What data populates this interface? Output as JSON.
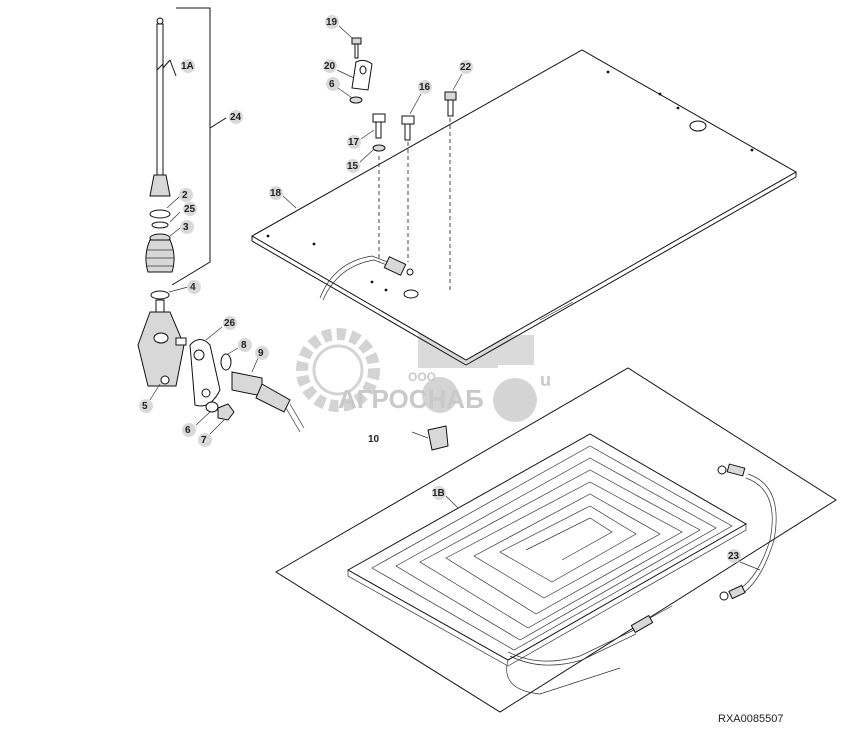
{
  "callouts": {
    "c1A": "1A",
    "c24": "24",
    "c2": "2",
    "c25": "25",
    "c3": "3",
    "c4": "4",
    "c5": "5",
    "c26": "26",
    "c8": "8",
    "c9": "9",
    "c6b": "6",
    "c7": "7",
    "c19": "19",
    "c20": "20",
    "c6a": "6",
    "c22": "22",
    "c16": "16",
    "c17": "17",
    "c15": "15",
    "c18": "18",
    "c10": "10",
    "c1B": "1B",
    "c23": "23"
  },
  "watermark": {
    "company_prefix": "ООО",
    "company_name": "АГРОСНАБ",
    "suffix": "u"
  },
  "figure_ref": "RXA0085507"
}
